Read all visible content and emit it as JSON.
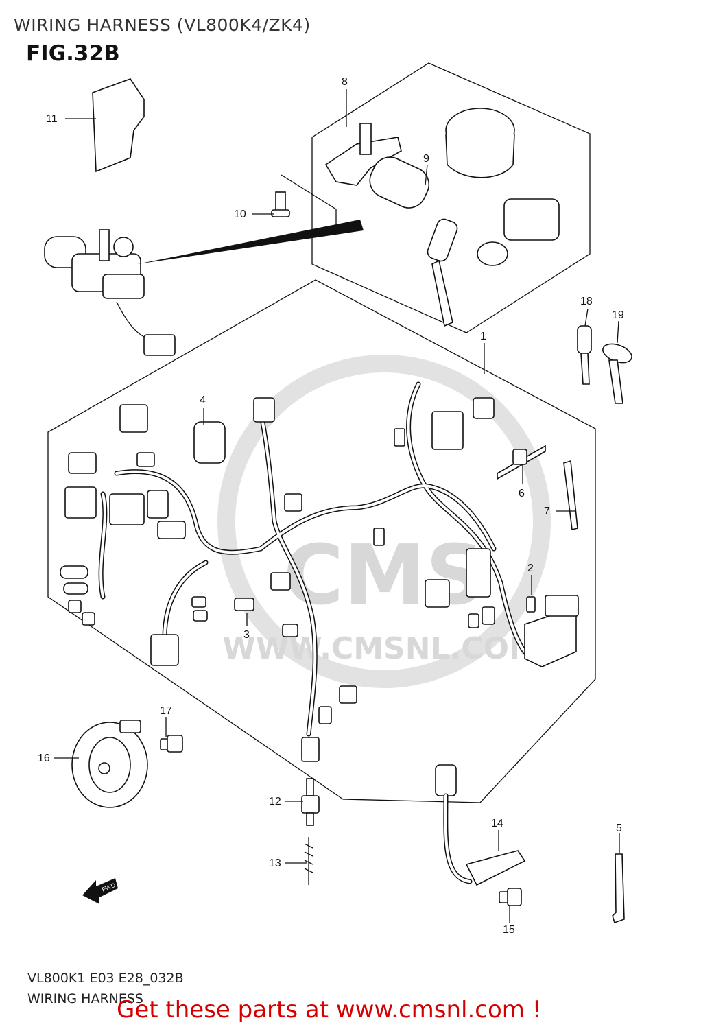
{
  "header": {
    "title": "WIRING HARNESS (VL800K4/ZK4)",
    "figure": "FIG.32B"
  },
  "diagram": {
    "callouts": [
      "1",
      "2",
      "3",
      "4",
      "5",
      "6",
      "7",
      "8",
      "9",
      "10",
      "11",
      "12",
      "13",
      "14",
      "15",
      "16",
      "17",
      "18",
      "19"
    ],
    "fwd_label": "FWD",
    "watermark": {
      "brand": "CMS",
      "url": "WWW.CMSNL.COM"
    }
  },
  "footer": {
    "code": "VL800K1 E03 E28_032B",
    "caption": "WIRING HARNESS",
    "cta": "Get these parts at www.cmsnl.com !",
    "cta_color": "#d40000"
  }
}
